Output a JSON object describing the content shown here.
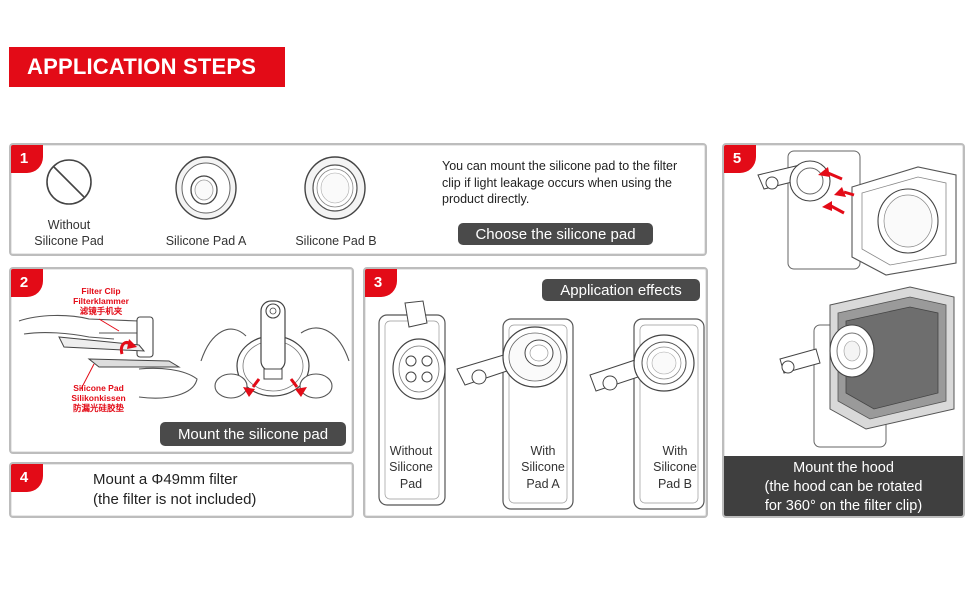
{
  "header": {
    "title": "APPLICATION STEPS"
  },
  "step1": {
    "number": "1",
    "options": [
      {
        "label": "Without\nSilicone Pad"
      },
      {
        "label": "Silicone Pad A"
      },
      {
        "label": "Silicone Pad B"
      }
    ],
    "note": "You can mount the silicone pad to the filter clip if light leakage occurs when using the product directly.",
    "button": "Choose the silicone pad"
  },
  "step2": {
    "number": "2",
    "filter_clip_label": "Filter Clip\nFilterklammer\n滤镜手机夹",
    "silicone_pad_label": "Silicone Pad\nSilikonkissen\n防漏光硅胶垫",
    "button": "Mount the silicone pad"
  },
  "step3": {
    "number": "3",
    "button": "Application effects",
    "effects": [
      {
        "label": "Without\nSilicone\nPad"
      },
      {
        "label": "With\nSilicone\nPad A"
      },
      {
        "label": "With\nSilicone\nPad B"
      }
    ]
  },
  "step4": {
    "number": "4",
    "line1": "Mount a Φ49mm filter",
    "line2": "(the filter is not included)"
  },
  "step5": {
    "number": "5",
    "caption": "Mount the hood\n(the hood can be rotated\nfor 360° on the filter clip)"
  },
  "colors": {
    "accent": "#e30b17",
    "pill": "#4a4a4a",
    "border": "#bdbdbd"
  }
}
